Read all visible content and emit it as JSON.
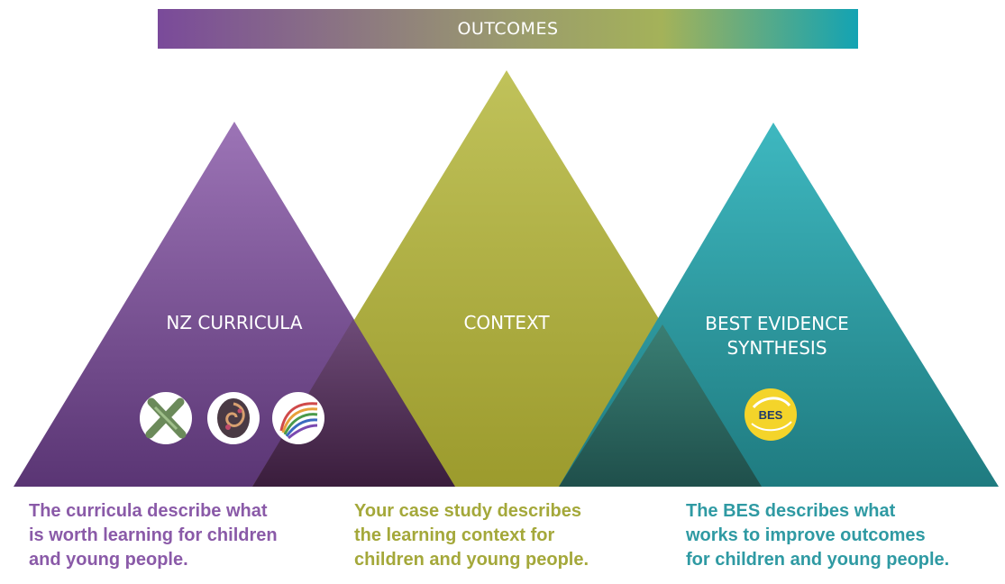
{
  "banner": {
    "label": "OUTCOMES"
  },
  "triangles": [
    {
      "label_lines": [
        "NZ CURRICULA"
      ],
      "color": "#8e62a9"
    },
    {
      "label_lines": [
        "CONTEXT"
      ],
      "color": "#b7b84e"
    },
    {
      "label_lines": [
        "BEST EVIDENCE",
        "SYNTHESIS"
      ],
      "color": "#2fa2aa"
    }
  ],
  "logos": [
    {
      "name": "the-nz-curriculum-logo-icon"
    },
    {
      "name": "te-marautanga-o-aotearoa-logo-icon"
    },
    {
      "name": "te-whariki-logo-icon"
    },
    {
      "name": "bes-logo-icon",
      "text": "BES"
    }
  ],
  "captions": [
    {
      "lines": [
        "The curricula describe what",
        "is worth learning for children",
        "and young people."
      ],
      "color": "#8a5aa8"
    },
    {
      "lines": [
        "Your case study describes",
        "the learning context for",
        "children and young people."
      ],
      "color": "#a4a83a"
    },
    {
      "lines": [
        "The BES describes what",
        "works to improve outcomes",
        "for children and young people."
      ],
      "color": "#2f9aa3"
    }
  ],
  "colors": {
    "purple": "#7a4a9a",
    "olive": "#b7b84e",
    "teal": "#1fa3b0"
  }
}
